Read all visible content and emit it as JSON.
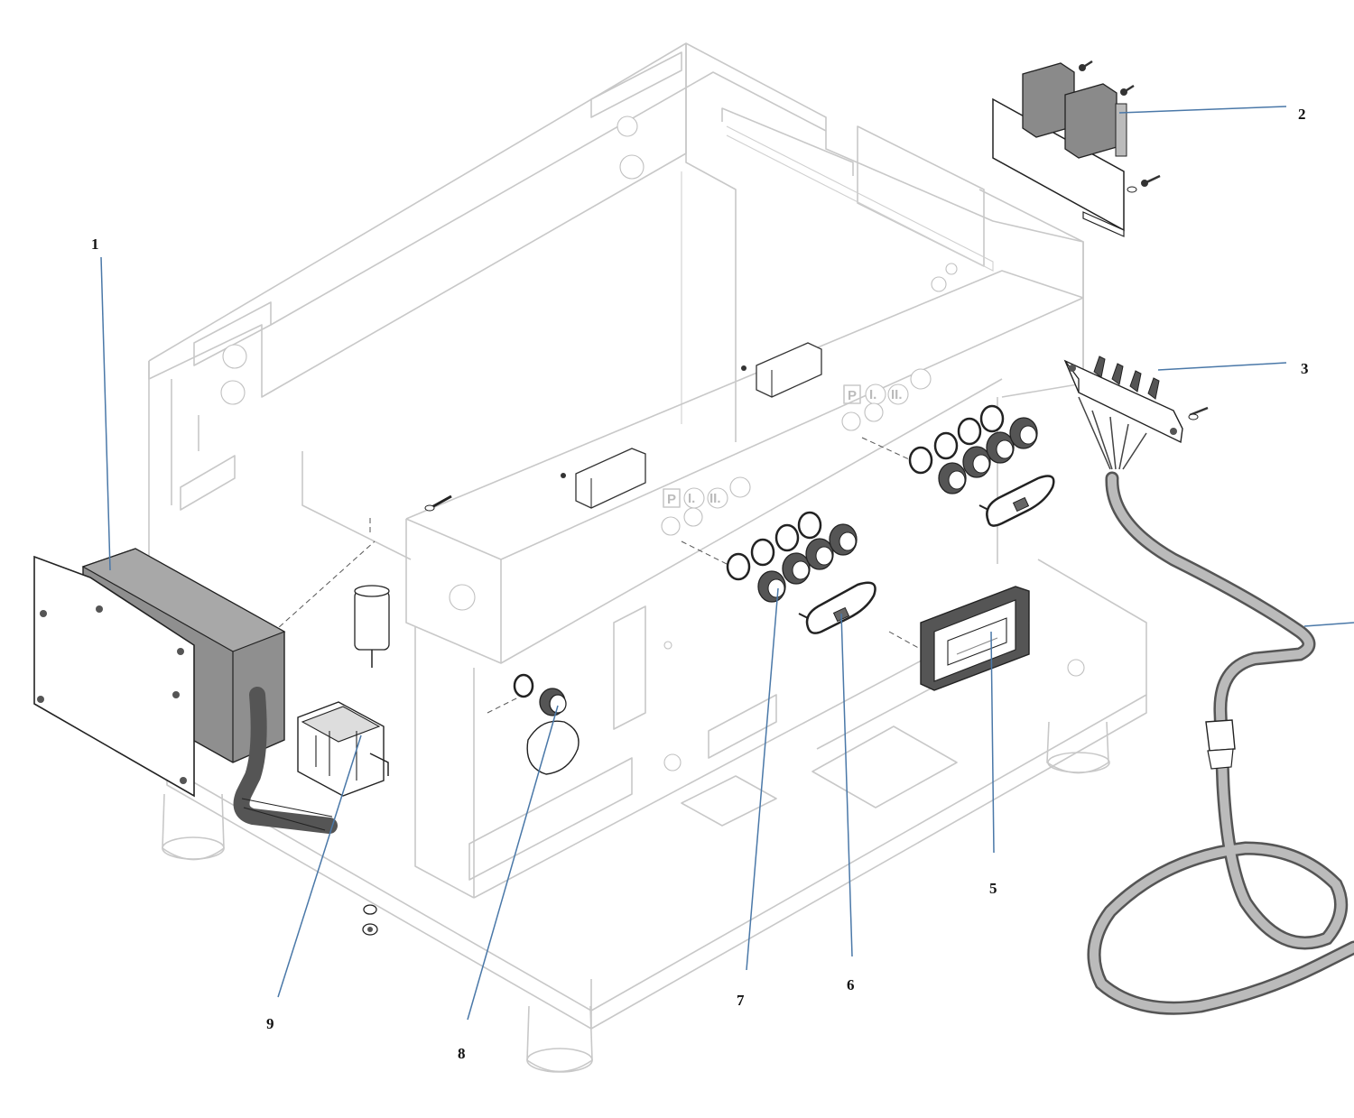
{
  "diagram": {
    "labels": [
      {
        "id": "1",
        "text": "1"
      },
      {
        "id": "2",
        "text": "2"
      },
      {
        "id": "3",
        "text": "3"
      },
      {
        "id": "5",
        "text": "5"
      },
      {
        "id": "6",
        "text": "6"
      },
      {
        "id": "7",
        "text": "7"
      },
      {
        "id": "8",
        "text": "8"
      },
      {
        "id": "9",
        "text": "9"
      }
    ],
    "panel_labels": {
      "left": [
        "P",
        "I.",
        "II."
      ],
      "right": [
        "P",
        "I.",
        "II."
      ]
    },
    "colors": {
      "leader": "#4a78a8",
      "frame": "#c8c8c8",
      "part_dark": "#555555",
      "part_medium": "#8a8a8a"
    }
  }
}
